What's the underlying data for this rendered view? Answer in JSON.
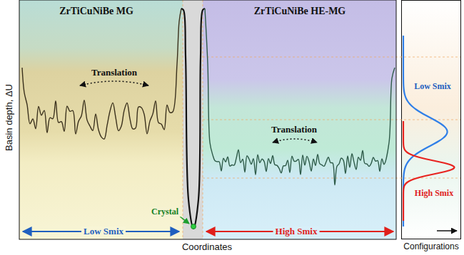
{
  "diagram": {
    "nodes": [
      {
        "text": [
          "ZrTiCuNiBe MG",
          "Translation",
          "Low Smix"
        ]
      },
      {
        "text": [
          "Crystal"
        ]
      },
      {
        "text": [
          "ZrTiCuNiBe HE-MG",
          "Translation",
          "High Smix"
        ]
      },
      {
        "text": [
          "Low Smix",
          "High Smix",
          "Configurations"
        ]
      }
    ],
    "labels": [
      "Basin depth, ΔU",
      "Coordinates"
    ]
  }
}
